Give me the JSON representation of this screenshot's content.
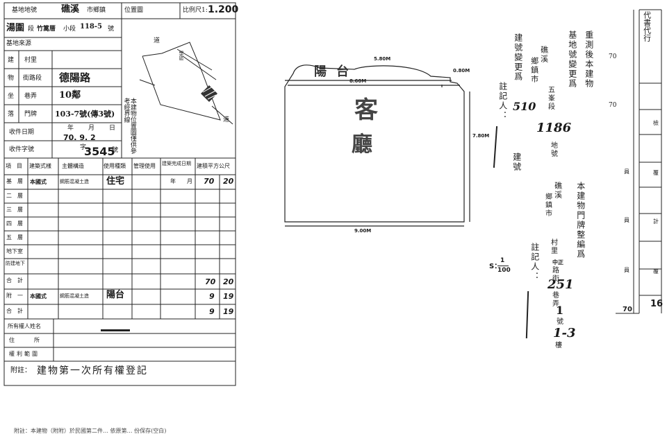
{
  "form": {
    "base_number_label": "基地地號",
    "town": "礁溪",
    "town_suffix": "市鄉鎮",
    "location_map_label": "位置圖",
    "scale_label": "比例尺1:",
    "scale_value": "1.200",
    "section_hw": "湯圍",
    "section_label": "段",
    "subsection_name": "竹篙厝",
    "subsection_label": "小段",
    "lot_number_hw": "118-5",
    "lot_label": "號",
    "base_source_label": "基地來源",
    "col_village": "村里",
    "col_street": "街路段",
    "col_lane": "巷弄",
    "col_door": "門牌",
    "side_labels": [
      "建",
      "物",
      "坐",
      "落"
    ],
    "street_hw": "德陽路",
    "lane_hw": "10鄰",
    "door_hw": "103-7號(傳3號)",
    "received_date_label": "收件日期",
    "date_ymd": "年　月　日",
    "date_value": "70. 9. 2",
    "received_no_label": "收件字號",
    "received_no_prefix": "字",
    "received_no_value": "3545",
    "received_no_suffix": "號",
    "map_note": "本建物位置圖僅供參考經界線",
    "map_labels": [
      "道",
      "學區",
      "道"
    ],
    "table_header": [
      "項　目",
      "建築式樣",
      "主體構造",
      "使用種類",
      "管理使用",
      "建築完成日期",
      "建積平方公尺"
    ],
    "floor_labels": [
      "基　層",
      "二　層",
      "三　層",
      "四　層",
      "五　層",
      "地下室",
      "防建地下",
      "合　計",
      "附　一",
      "合　計"
    ],
    "row1_style": "本國式",
    "row1_structure": "鋼筋混凝土造",
    "row1_use_hw": "住宅",
    "row1_completion": "年　月",
    "row1_area_int": "70",
    "row1_area_dec": "20",
    "total_area_int": "70",
    "total_area_dec": "20",
    "annex_style": "本國式",
    "annex_structure": "鋼筋混凝土造",
    "annex_use_hw": "陽台",
    "annex_area_int": "9",
    "annex_area_dec": "19",
    "annex_total_int": "9",
    "annex_total_dec": "19",
    "owner_label": "所有權人姓名",
    "address_label": "住　所",
    "rights_label": "權利範圍",
    "note_label": "附註：",
    "note_text": "建物第一次所有權登記",
    "footer_text": "附註：本建物（附附）於民國第二件… 依原第… 份保存(空白)"
  },
  "plan": {
    "top_dim": "5.80M",
    "top_left_dim": "8.60M",
    "right_top_dim": "0.80M",
    "side_dim": "7.80M",
    "bottom_dim": "9.00M",
    "label_top_hw": "陽台",
    "label_mid_hw": "客",
    "label_low_hw": "廳"
  },
  "notes": {
    "col1": "重測後本建物",
    "col2": "基地號變更爲",
    "col3_town": "礁溪",
    "col3_suffix": "鄉鎮市",
    "col3_section": "五峯段",
    "lot_hw": "1186",
    "lot_label": "地號",
    "col_bld1": "建號變更爲",
    "col_bld_hw": "510",
    "note_person1": "註記人：",
    "bld_no_label": "建號",
    "door_col1": "本建物門牌整編爲",
    "door_town": "礁溪",
    "door_suffix": "鄉鎮市",
    "door_village": "村里",
    "door_road_hw": "中正",
    "door_road": "路街",
    "door_lane_hw": "251",
    "door_lane": "巷弄",
    "door_no_hw": "1",
    "door_no": "號",
    "door_floor_hw": "1-3",
    "door_floor": "樓",
    "note_person2": "註記人：",
    "scale_left": "S：",
    "scale_frac_top": "1",
    "scale_frac_bottom": "100"
  },
  "strip": {
    "top_hw": "代書代行",
    "v1": "70",
    "v2": "70",
    "r1": "檢",
    "r2": "覆",
    "r3": "計",
    "r4": "覆",
    "left_marks": [
      "員",
      "員",
      "員"
    ],
    "bottom_left": "70",
    "bottom_right": "16"
  }
}
